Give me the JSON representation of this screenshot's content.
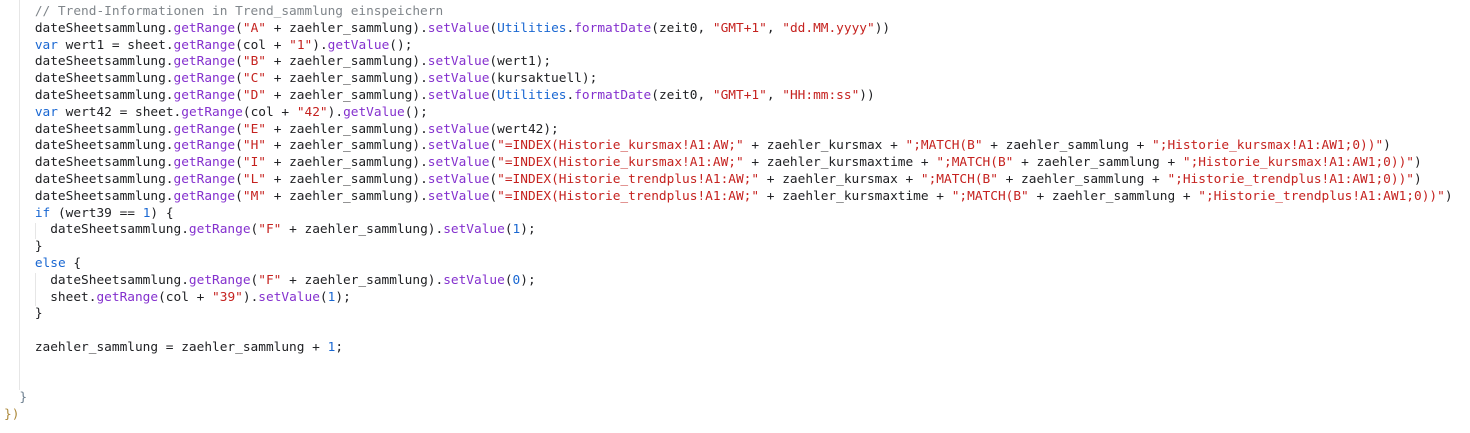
{
  "theme": {
    "editor_background": "#ffffff",
    "indent_guide": "#e6e6e6",
    "tokens": {
      "t": "#202124",
      "c": "#80868b",
      "k": "#1967d2",
      "s": "#c5221f",
      "f": "#8430ce",
      "o": "#1967d2",
      "n": "#1967d2",
      "b1": "#ad8a3c",
      "b2": "#6d7f8f"
    }
  },
  "code": {
    "language": "javascript",
    "lines": [
      [
        [
          "c",
          "    // Trend-Informationen in Trend_sammlung einspeichern"
        ]
      ],
      [
        [
          "t",
          "    dateSheetsammlung."
        ],
        [
          "f",
          "getRange"
        ],
        [
          "t",
          "("
        ],
        [
          "s",
          "\"A\""
        ],
        [
          "t",
          " + zaehler_sammlung)."
        ],
        [
          "f",
          "setValue"
        ],
        [
          "t",
          "("
        ],
        [
          "o",
          "Utilities"
        ],
        [
          "t",
          "."
        ],
        [
          "f",
          "formatDate"
        ],
        [
          "t",
          "(zeit0, "
        ],
        [
          "s",
          "\"GMT+1\""
        ],
        [
          "t",
          ", "
        ],
        [
          "s",
          "\"dd.MM.yyyy\""
        ],
        [
          "t",
          "))"
        ]
      ],
      [
        [
          "t",
          "    "
        ],
        [
          "k",
          "var"
        ],
        [
          "t",
          " wert1 = sheet."
        ],
        [
          "f",
          "getRange"
        ],
        [
          "t",
          "(col + "
        ],
        [
          "s",
          "\"1\""
        ],
        [
          "t",
          ")."
        ],
        [
          "f",
          "getValue"
        ],
        [
          "t",
          "();"
        ]
      ],
      [
        [
          "t",
          "    dateSheetsammlung."
        ],
        [
          "f",
          "getRange"
        ],
        [
          "t",
          "("
        ],
        [
          "s",
          "\"B\""
        ],
        [
          "t",
          " + zaehler_sammlung)."
        ],
        [
          "f",
          "setValue"
        ],
        [
          "t",
          "(wert1);"
        ]
      ],
      [
        [
          "t",
          "    dateSheetsammlung."
        ],
        [
          "f",
          "getRange"
        ],
        [
          "t",
          "("
        ],
        [
          "s",
          "\"C\""
        ],
        [
          "t",
          " + zaehler_sammlung)."
        ],
        [
          "f",
          "setValue"
        ],
        [
          "t",
          "(kursaktuell);"
        ]
      ],
      [
        [
          "t",
          "    dateSheetsammlung."
        ],
        [
          "f",
          "getRange"
        ],
        [
          "t",
          "("
        ],
        [
          "s",
          "\"D\""
        ],
        [
          "t",
          " + zaehler_sammlung)."
        ],
        [
          "f",
          "setValue"
        ],
        [
          "t",
          "("
        ],
        [
          "o",
          "Utilities"
        ],
        [
          "t",
          "."
        ],
        [
          "f",
          "formatDate"
        ],
        [
          "t",
          "(zeit0, "
        ],
        [
          "s",
          "\"GMT+1\""
        ],
        [
          "t",
          ", "
        ],
        [
          "s",
          "\"HH:mm:ss\""
        ],
        [
          "t",
          "))"
        ]
      ],
      [
        [
          "t",
          "    "
        ],
        [
          "k",
          "var"
        ],
        [
          "t",
          " wert42 = sheet."
        ],
        [
          "f",
          "getRange"
        ],
        [
          "t",
          "(col + "
        ],
        [
          "s",
          "\"42\""
        ],
        [
          "t",
          ")."
        ],
        [
          "f",
          "getValue"
        ],
        [
          "t",
          "();"
        ]
      ],
      [
        [
          "t",
          "    dateSheetsammlung."
        ],
        [
          "f",
          "getRange"
        ],
        [
          "t",
          "("
        ],
        [
          "s",
          "\"E\""
        ],
        [
          "t",
          " + zaehler_sammlung)."
        ],
        [
          "f",
          "setValue"
        ],
        [
          "t",
          "(wert42);"
        ]
      ],
      [
        [
          "t",
          "    dateSheetsammlung."
        ],
        [
          "f",
          "getRange"
        ],
        [
          "t",
          "("
        ],
        [
          "s",
          "\"H\""
        ],
        [
          "t",
          " + zaehler_sammlung)."
        ],
        [
          "f",
          "setValue"
        ],
        [
          "t",
          "("
        ],
        [
          "s",
          "\"=INDEX(Historie_kursmax!A1:AW;\""
        ],
        [
          "t",
          " + zaehler_kursmax + "
        ],
        [
          "s",
          "\";MATCH(B\""
        ],
        [
          "t",
          " + zaehler_sammlung + "
        ],
        [
          "s",
          "\";Historie_kursmax!A1:AW1;0))\""
        ],
        [
          "t",
          ")"
        ]
      ],
      [
        [
          "t",
          "    dateSheetsammlung."
        ],
        [
          "f",
          "getRange"
        ],
        [
          "t",
          "("
        ],
        [
          "s",
          "\"I\""
        ],
        [
          "t",
          " + zaehler_sammlung)."
        ],
        [
          "f",
          "setValue"
        ],
        [
          "t",
          "("
        ],
        [
          "s",
          "\"=INDEX(Historie_kursmax!A1:AW;\""
        ],
        [
          "t",
          " + zaehler_kursmaxtime + "
        ],
        [
          "s",
          "\";MATCH(B\""
        ],
        [
          "t",
          " + zaehler_sammlung + "
        ],
        [
          "s",
          "\";Historie_kursmax!A1:AW1;0))\""
        ],
        [
          "t",
          ")"
        ]
      ],
      [
        [
          "t",
          "    dateSheetsammlung."
        ],
        [
          "f",
          "getRange"
        ],
        [
          "t",
          "("
        ],
        [
          "s",
          "\"L\""
        ],
        [
          "t",
          " + zaehler_sammlung)."
        ],
        [
          "f",
          "setValue"
        ],
        [
          "t",
          "("
        ],
        [
          "s",
          "\"=INDEX(Historie_trendplus!A1:AW;\""
        ],
        [
          "t",
          " + zaehler_kursmax + "
        ],
        [
          "s",
          "\";MATCH(B\""
        ],
        [
          "t",
          " + zaehler_sammlung + "
        ],
        [
          "s",
          "\";Historie_trendplus!A1:AW1;0))\""
        ],
        [
          "t",
          ")"
        ]
      ],
      [
        [
          "t",
          "    dateSheetsammlung."
        ],
        [
          "f",
          "getRange"
        ],
        [
          "t",
          "("
        ],
        [
          "s",
          "\"M\""
        ],
        [
          "t",
          " + zaehler_sammlung)."
        ],
        [
          "f",
          "setValue"
        ],
        [
          "t",
          "("
        ],
        [
          "s",
          "\"=INDEX(Historie_trendplus!A1:AW;\""
        ],
        [
          "t",
          " + zaehler_kursmaxtime + "
        ],
        [
          "s",
          "\";MATCH(B\""
        ],
        [
          "t",
          " + zaehler_sammlung + "
        ],
        [
          "s",
          "\";Historie_trendplus!A1:AW1;0))\""
        ],
        [
          "t",
          ")"
        ]
      ],
      [
        [
          "t",
          "    "
        ],
        [
          "k",
          "if"
        ],
        [
          "t",
          " (wert39 == "
        ],
        [
          "n",
          "1"
        ],
        [
          "t",
          ") {"
        ]
      ],
      [
        [
          "t",
          "      dateSheetsammlung."
        ],
        [
          "f",
          "getRange"
        ],
        [
          "t",
          "("
        ],
        [
          "s",
          "\"F\""
        ],
        [
          "t",
          " + zaehler_sammlung)."
        ],
        [
          "f",
          "setValue"
        ],
        [
          "t",
          "("
        ],
        [
          "n",
          "1"
        ],
        [
          "t",
          ");"
        ]
      ],
      [
        [
          "t",
          "    }"
        ]
      ],
      [
        [
          "t",
          "    "
        ],
        [
          "k",
          "else"
        ],
        [
          "t",
          " {"
        ]
      ],
      [
        [
          "t",
          "      dateSheetsammlung."
        ],
        [
          "f",
          "getRange"
        ],
        [
          "t",
          "("
        ],
        [
          "s",
          "\"F\""
        ],
        [
          "t",
          " + zaehler_sammlung)."
        ],
        [
          "f",
          "setValue"
        ],
        [
          "t",
          "("
        ],
        [
          "n",
          "0"
        ],
        [
          "t",
          ");"
        ]
      ],
      [
        [
          "t",
          "      sheet."
        ],
        [
          "f",
          "getRange"
        ],
        [
          "t",
          "(col + "
        ],
        [
          "s",
          "\"39\""
        ],
        [
          "t",
          ")."
        ],
        [
          "f",
          "setValue"
        ],
        [
          "t",
          "("
        ],
        [
          "n",
          "1"
        ],
        [
          "t",
          ");"
        ]
      ],
      [
        [
          "t",
          "    }"
        ]
      ],
      [],
      [
        [
          "t",
          "    zaehler_sammlung = zaehler_sammlung + "
        ],
        [
          "n",
          "1"
        ],
        [
          "t",
          ";"
        ]
      ],
      [],
      [],
      [
        [
          "t",
          "  "
        ],
        [
          "b2",
          "}"
        ]
      ],
      [
        [
          "b1",
          "})"
        ]
      ]
    ]
  }
}
